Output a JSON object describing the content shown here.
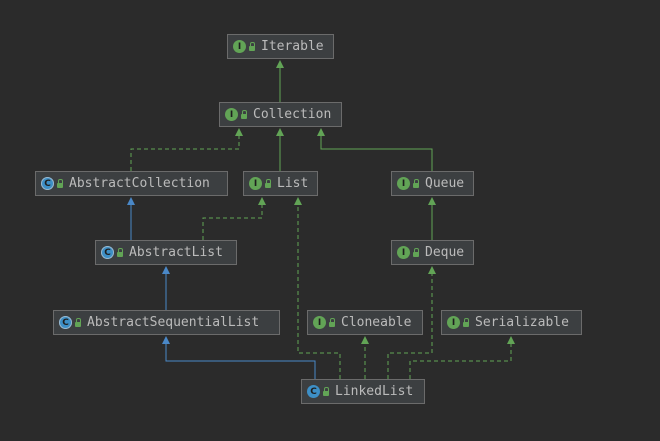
{
  "diagram": {
    "nodes": [
      {
        "id": "iterable",
        "label": "Iterable",
        "kind": "interface",
        "kind_letter": "I"
      },
      {
        "id": "collection",
        "label": "Collection",
        "kind": "interface",
        "kind_letter": "I"
      },
      {
        "id": "abstract_collection",
        "label": "AbstractCollection",
        "kind": "abstract",
        "kind_letter": "C"
      },
      {
        "id": "list",
        "label": "List",
        "kind": "interface",
        "kind_letter": "I"
      },
      {
        "id": "queue",
        "label": "Queue",
        "kind": "interface",
        "kind_letter": "I"
      },
      {
        "id": "abstract_list",
        "label": "AbstractList",
        "kind": "abstract",
        "kind_letter": "C"
      },
      {
        "id": "deque",
        "label": "Deque",
        "kind": "interface",
        "kind_letter": "I"
      },
      {
        "id": "abstract_sequential_list",
        "label": "AbstractSequentialList",
        "kind": "abstract",
        "kind_letter": "C"
      },
      {
        "id": "cloneable",
        "label": "Cloneable",
        "kind": "interface",
        "kind_letter": "I"
      },
      {
        "id": "serializable",
        "label": "Serializable",
        "kind": "interface",
        "kind_letter": "I"
      },
      {
        "id": "linked_list",
        "label": "LinkedList",
        "kind": "class",
        "kind_letter": "C"
      }
    ],
    "edges": [
      {
        "from": "collection",
        "to": "iterable",
        "type": "extends-interface"
      },
      {
        "from": "list",
        "to": "collection",
        "type": "extends-interface"
      },
      {
        "from": "queue",
        "to": "collection",
        "type": "extends-interface"
      },
      {
        "from": "deque",
        "to": "queue",
        "type": "extends-interface"
      },
      {
        "from": "abstract_collection",
        "to": "collection",
        "type": "implements"
      },
      {
        "from": "abstract_list",
        "to": "abstract_collection",
        "type": "extends-class"
      },
      {
        "from": "abstract_list",
        "to": "list",
        "type": "implements"
      },
      {
        "from": "abstract_sequential_list",
        "to": "abstract_list",
        "type": "extends-class"
      },
      {
        "from": "linked_list",
        "to": "abstract_sequential_list",
        "type": "extends-class"
      },
      {
        "from": "linked_list",
        "to": "list",
        "type": "implements"
      },
      {
        "from": "linked_list",
        "to": "cloneable",
        "type": "implements"
      },
      {
        "from": "linked_list",
        "to": "deque",
        "type": "implements"
      },
      {
        "from": "linked_list",
        "to": "serializable",
        "type": "implements"
      }
    ],
    "colors": {
      "background": "#2b2b2b",
      "node_fill": "#3c3f41",
      "node_border": "#6b6b6b",
      "interface_edge": "#62a456",
      "class_edge": "#4a88c7",
      "text": "#bbbbbb"
    }
  }
}
